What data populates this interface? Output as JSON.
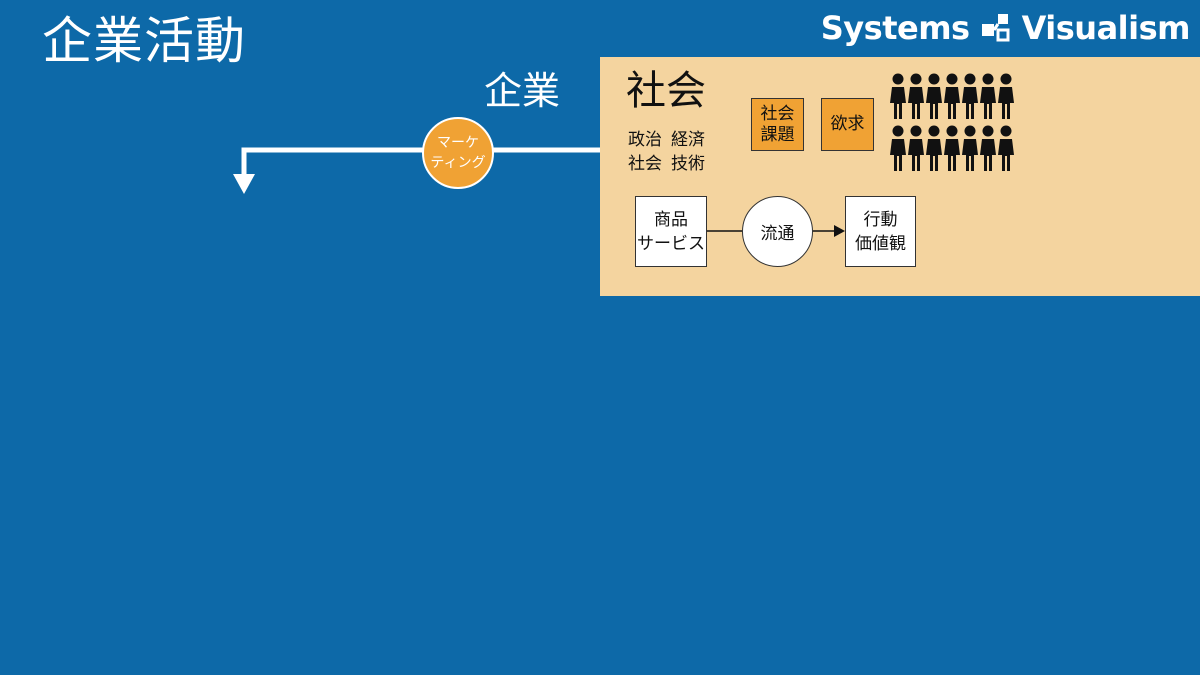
{
  "title": "企業活動",
  "brand": {
    "left_word": "Systems",
    "right_word": "Visualism",
    "logo_icon": "systems-visualism-logo-icon"
  },
  "company_label": "企業",
  "society": {
    "title": "社会",
    "domains_row1": [
      "政治",
      "経済"
    ],
    "domains_row2": [
      "社会",
      "技術"
    ],
    "issues_line1": "社会",
    "issues_line2": "課題",
    "desire": "欲求",
    "people_icon": "person-icon",
    "people_rows": 2,
    "people_per_row": 7
  },
  "flow": {
    "products_line1": "商品",
    "products_line2": "サービス",
    "distribution": "流通",
    "behavior_line1": "行動",
    "behavior_line2": "価値観"
  },
  "marketing": {
    "line1": "マーケ",
    "line2": "ティング"
  },
  "colors": {
    "background": "#0d69a8",
    "society_panel": "#f4d49f",
    "orange": "#f0a234",
    "white": "#ffffff"
  }
}
